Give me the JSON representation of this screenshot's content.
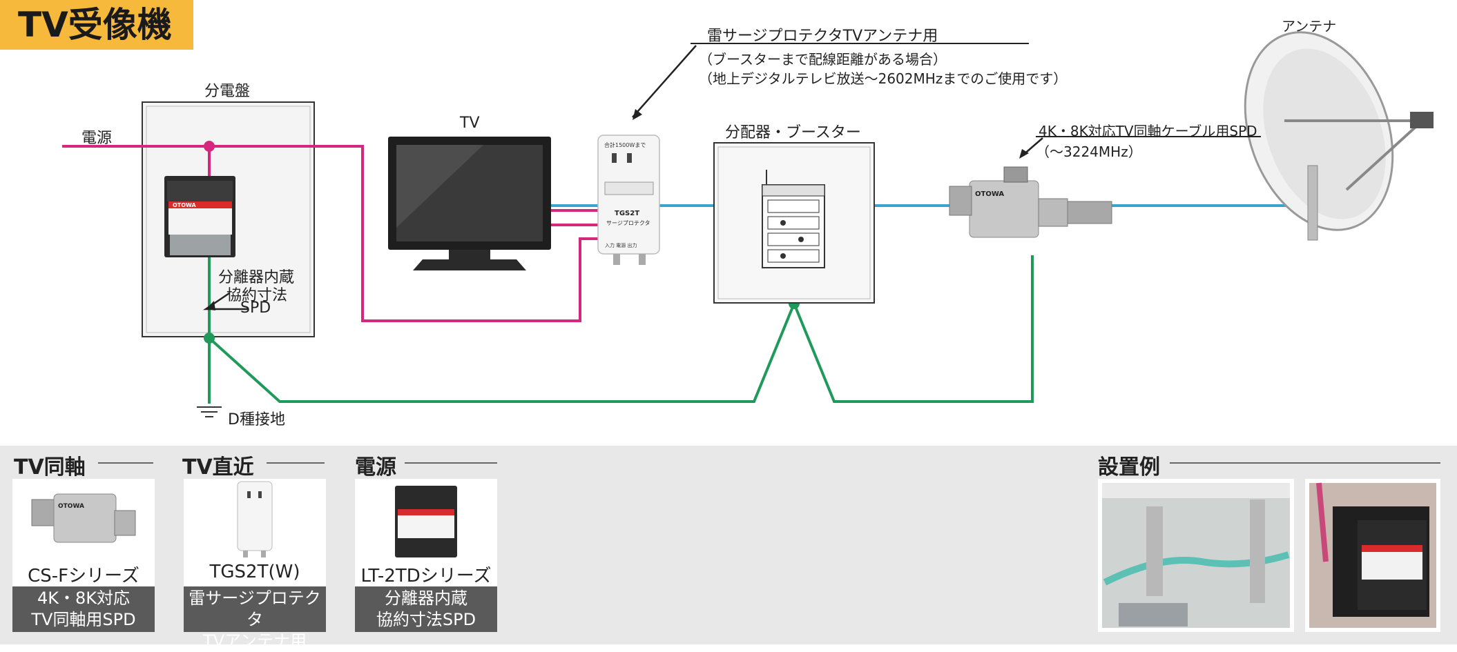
{
  "title": "TV受像機",
  "labels": {
    "panel": "分電盤",
    "power": "電源",
    "tv": "TV",
    "spd_builtin": [
      "分離器内蔵",
      "協約寸法",
      "SPD"
    ],
    "ground": "D種接地",
    "splitter": "分配器・ブースター",
    "protector": [
      "雷サージプロテクタTVアンテナ用",
      "（ブースターまで配線距離がある場合）",
      "（地上デジタルテレビ放送〜2602MHzまでのご使用です）"
    ],
    "coax_spd": [
      "4K・8K対応TV同軸ケーブル用SPD",
      "（〜3224MHz）"
    ],
    "antenna": "アンテナ"
  },
  "device_text": {
    "tgs2t_top": "合計1500Wまで",
    "tgs2t_model": "TGS2T",
    "tgs2t_name": "サージプロテクタ",
    "tgs2t_ports": "入力 電源 出力",
    "otowa": "OTOWA"
  },
  "sections": {
    "tv_coax": "TV同軸",
    "tv_near": "TV直近",
    "power": "電源",
    "install": "設置例"
  },
  "products": [
    {
      "name": "CS-Fシリーズ",
      "caption": [
        "4K・8K対応",
        "TV同軸用SPD"
      ]
    },
    {
      "name": "TGS2T(W)",
      "caption": [
        "雷サージプロテクタ",
        "TVアンテナ用"
      ]
    },
    {
      "name": "LT-2TDシリーズ",
      "caption": [
        "分離器内蔵",
        "協約寸法SPD"
      ]
    }
  ],
  "colors": {
    "badge": "#f6b93b",
    "power_line": "#d6277e",
    "signal_line": "#3aa3cf",
    "ground_line": "#1f9a5b",
    "caption_bg": "#5a5a5a",
    "bottom_bg": "#e8e8e8"
  }
}
